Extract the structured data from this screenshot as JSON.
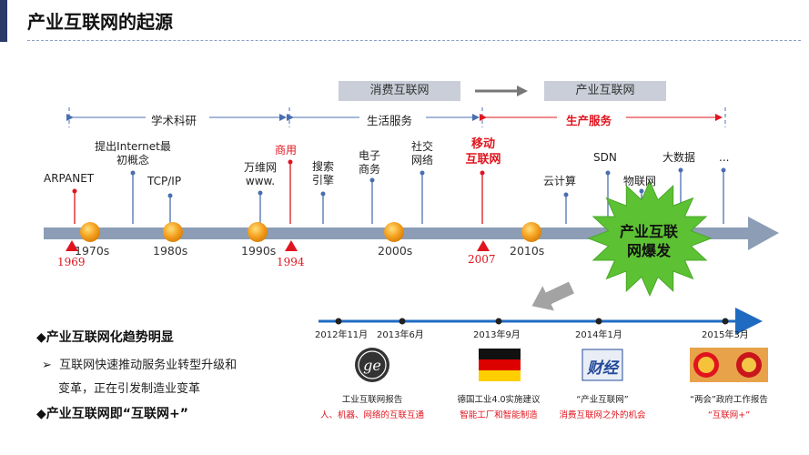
{
  "page": {
    "title": "产业互联网的起源"
  },
  "bands": {
    "consumer": "消费互联网",
    "industrial": "产业互联网"
  },
  "phases": {
    "academic": "学术科研",
    "life": "生活服务",
    "production": "生产服务"
  },
  "events": {
    "arpanet": "ARPANET",
    "internet_concept_1": "提出Internet最",
    "internet_concept_2": "初概念",
    "tcpip": "TCP/IP",
    "www_1": "万维网",
    "www_2": "www.",
    "commercial": "商用",
    "search_1": "搜索",
    "search_2": "引擎",
    "ecommerce_1": "电子",
    "ecommerce_2": "商务",
    "social_1": "社交",
    "social_2": "网络",
    "mobile_1": "移动",
    "mobile_2": "互联网",
    "cloud": "云计算",
    "sdn": "SDN",
    "iot": "物联网",
    "bigdata": "大数据",
    "more": "..."
  },
  "decades": [
    "1970s",
    "1980s",
    "1990s",
    "2000s",
    "2010s"
  ],
  "years": {
    "y1969": "1969",
    "y1994": "1994",
    "y2007": "2007"
  },
  "burst": {
    "line1": "产业互联",
    "line2": "网爆发"
  },
  "bullets": {
    "b1": "产业互联网化趋势明显",
    "b1_sub_1": "互联网快速推动服务业转型升级和",
    "b1_sub_2": "变革，正在引发制造业变革",
    "b2": "产业互联网即“互联网+”"
  },
  "timeline2": {
    "dates": [
      "2012年11月",
      "2013年6月",
      "2013年9月",
      "2014年1月",
      "2015年3月"
    ],
    "items": [
      {
        "caption": "工业互联网报告",
        "caption_red": "人、机器、网络的互联互通",
        "icon": "ge-logo-icon"
      },
      {
        "caption": "德国工业4.0实施建议",
        "caption_red": "智能工厂和智能制造",
        "icon": "germany-flag-icon"
      },
      {
        "caption": "“产业互联网”",
        "caption_red": "消费互联网之外的机会",
        "icon": "caijing-logo-icon",
        "logo_text": "财经"
      },
      {
        "caption": "“两会”政府工作报告",
        "caption_red": "“互联网+”",
        "icon": "emblem-icon"
      }
    ]
  },
  "colors": {
    "accent_red": "#e0141e",
    "timeline_blue": "#1f6bc2",
    "arrow_gray": "#8c9db5",
    "burst_green": "#5cc133",
    "dot_orange": "#f5a020"
  }
}
